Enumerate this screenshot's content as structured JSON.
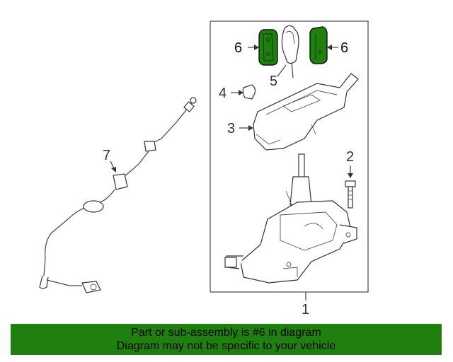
{
  "callouts": {
    "c1": "1",
    "c2": "2",
    "c3": "3",
    "c4": "4",
    "c5": "5",
    "c6_left": "6",
    "c6_right": "6",
    "c7": "7"
  },
  "banner": {
    "line1": "Part or sub-assembly is #6 in diagram",
    "line2": "Diagram may not be specific to your vehicle"
  },
  "colors": {
    "highlight": "#1f7f0f",
    "banner_bg": "#1f7f0f",
    "line": "#444444"
  }
}
